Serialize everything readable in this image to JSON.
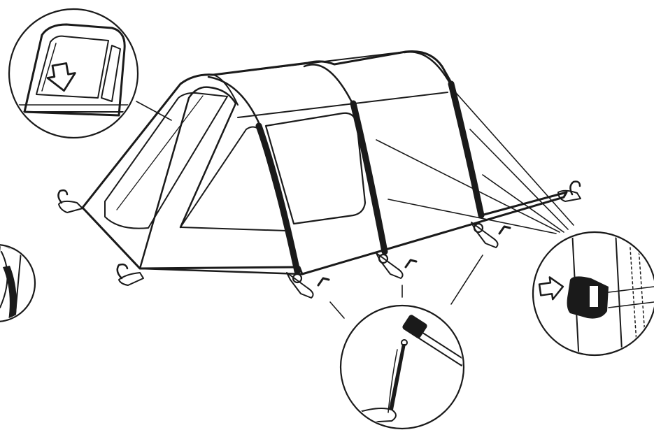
{
  "figure": {
    "ink_color": "#1a1a1a",
    "fill_light": "#ffffff",
    "fill_peg": "#b9b9b9",
    "fill_window": "#d8d8d8",
    "callouts": [
      {
        "name": "window-rollup-detail",
        "icon": "arrow-down-icon"
      },
      {
        "name": "side-pole-detail",
        "icon": "pole-sleeve-icon"
      },
      {
        "name": "peg-hammer-detail",
        "icon": "mallet-icon"
      },
      {
        "name": "buckle-tension-detail",
        "icon": "arrow-right-icon"
      }
    ]
  }
}
